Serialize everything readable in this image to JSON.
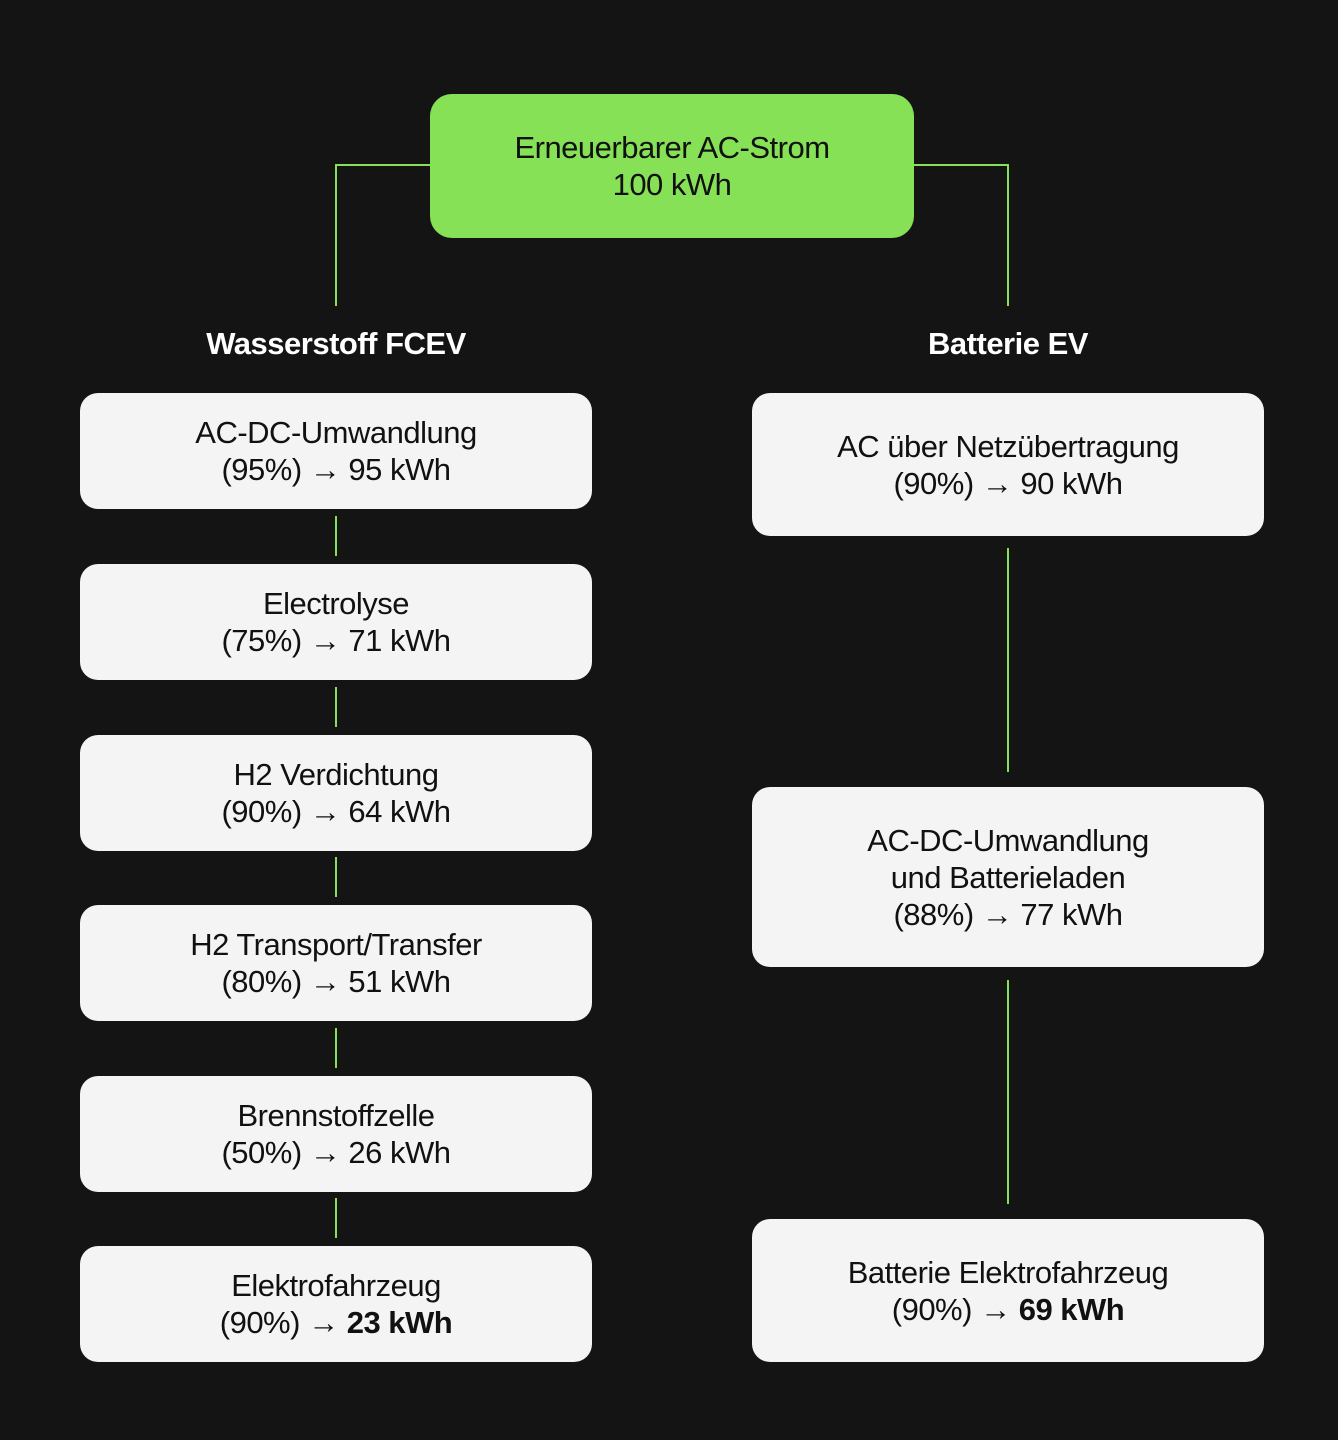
{
  "root": {
    "line1": "Erneuerbarer AC-Strom",
    "line2": "100 kWh"
  },
  "left": {
    "heading": "Wasserstoff FCEV",
    "steps": [
      {
        "title": "AC-DC-Umwandlung",
        "pct": "(95%)",
        "arrow": "→",
        "result": "95 kWh"
      },
      {
        "title": "Electrolyse",
        "pct": "(75%)",
        "arrow": "→",
        "result": "71 kWh"
      },
      {
        "title": "H2 Verdichtung",
        "pct": "(90%)",
        "arrow": "→",
        "result": "64 kWh"
      },
      {
        "title": "H2 Transport/Transfer",
        "pct": "(80%)",
        "arrow": "→",
        "result": "51 kWh"
      },
      {
        "title": "Brennstoffzelle",
        "pct": "(50%)",
        "arrow": "→",
        "result": "26 kWh"
      },
      {
        "title": "Elektrofahrzeug",
        "pct": "(90%)",
        "arrow": "→",
        "result": "23 kWh"
      }
    ]
  },
  "right": {
    "heading": "Batterie EV",
    "steps": [
      {
        "title": "AC über Netzübertragung",
        "pct": "(90%)",
        "arrow": "→",
        "result": "90 kWh"
      },
      {
        "title": "AC-DC-Umwandlung",
        "title2": "und Batterieladen",
        "pct": "(88%)",
        "arrow": "→",
        "result": "77 kWh"
      },
      {
        "title": "Batterie Elektrofahrzeug",
        "pct": "(90%)",
        "arrow": "→",
        "result": "69 kWh"
      }
    ]
  },
  "colors": {
    "background": "#141414",
    "accent": "#86e157",
    "box": "#f4f4f4"
  }
}
